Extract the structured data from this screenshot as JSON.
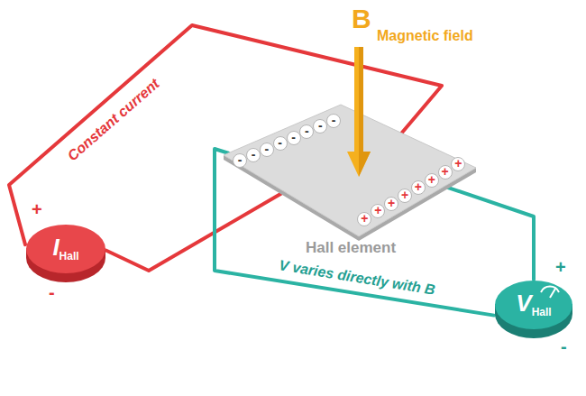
{
  "diagram": {
    "nodes": [
      {
        "text": [
          "Hall element"
        ]
      },
      {
        "text": [
          "I",
          "Hall"
        ]
      },
      {
        "text": [
          "V",
          "Hall"
        ]
      }
    ],
    "edges": [
      {
        "from": 1,
        "to": 0,
        "arrow": "none",
        "label": "Constant current"
      },
      {
        "from": 1,
        "to": 0,
        "arrow": "none"
      },
      {
        "from": 2,
        "to": 0,
        "arrow": "none",
        "label": "V varies directly with B"
      },
      {
        "from": 2,
        "to": 0,
        "arrow": "none"
      }
    ],
    "labels": [
      "B",
      "Magnetic field",
      "+",
      "-",
      "+",
      "-",
      "-",
      "-",
      "-",
      "-",
      "-",
      "-",
      "-",
      "-",
      "+",
      "+",
      "+",
      "+",
      "+",
      "+",
      "+",
      "+"
    ]
  }
}
